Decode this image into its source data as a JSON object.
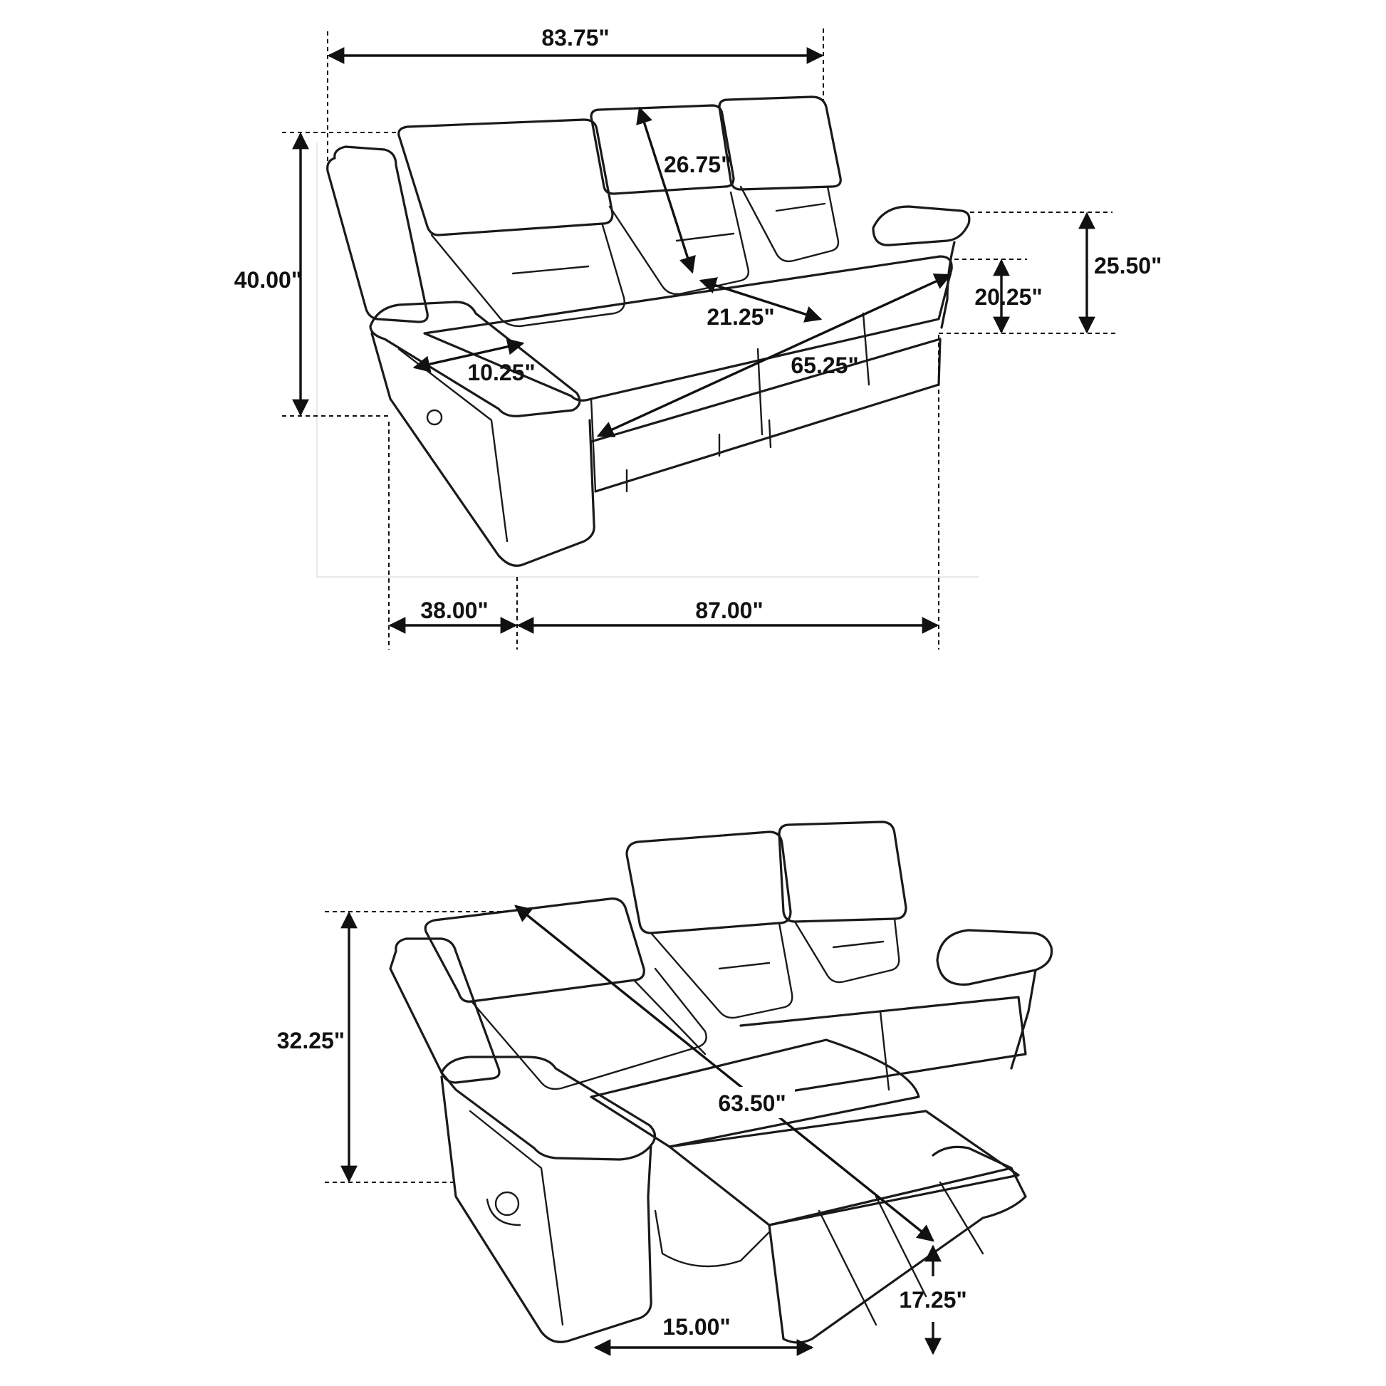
{
  "colors": {
    "ink": "#111111",
    "background": "#ffffff"
  },
  "top_view": {
    "overall_width": "83.75\"",
    "overall_height": "40.00\"",
    "back_height": "26.75\"",
    "arm_height": "25.50\"",
    "seat_height": "20.25\"",
    "seat_depth": "21.25\"",
    "arm_width": "10.25\"",
    "seat_width": "65.25\"",
    "overall_depth": "38.00\"",
    "length": "87.00\""
  },
  "bottom_view": {
    "reclined_height": "32.25\"",
    "reclined_depth": "63.50\"",
    "footrest_height": "17.25\"",
    "footrest_length": "15.00\""
  }
}
